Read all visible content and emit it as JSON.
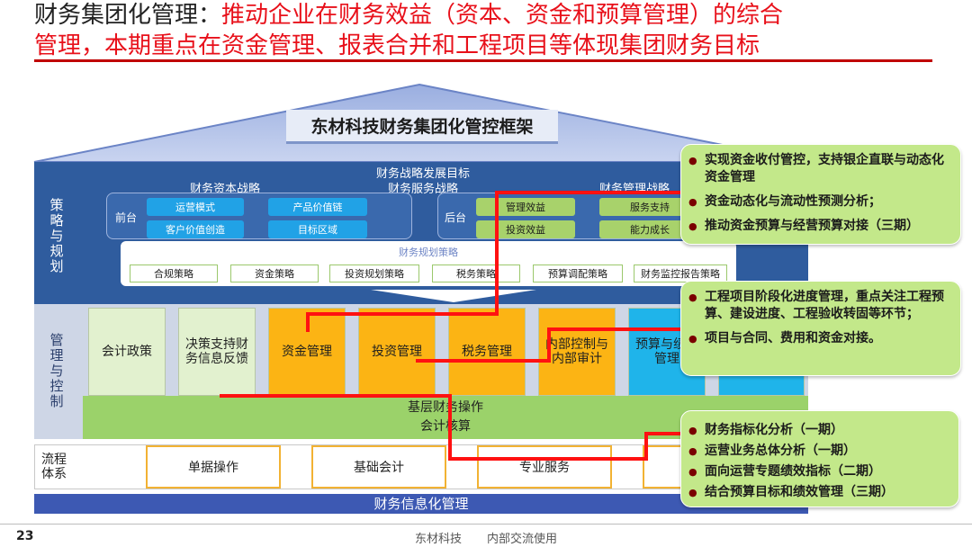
{
  "title": {
    "lead": "财务集团化管理：",
    "highlight_1": "推动企业在财务效益（资本、资金和预算管理）的综合",
    "highlight_2": "管理，本期重点在资金管理、报表合并和工程项目等体现集团财务目标"
  },
  "roof": {
    "label": "东材科技财务集团化管控框架"
  },
  "strategy": {
    "side_label": "策略与规划",
    "top_caption_1": "财务战略发展目标",
    "top_caption_2": "财务服务战略",
    "capital_caption": "财务资本战略",
    "manage_caption": "财务管理战略",
    "front_label": "前台",
    "back_label": "后台",
    "front_pills": [
      "运营模式",
      "产品价值链",
      "客户价值创造",
      "目标区域"
    ],
    "back_pills": [
      "管理效益",
      "服务支持",
      "投资效益",
      "能力成长"
    ],
    "plan_caption": "财务规划策略",
    "plan_items": [
      "合规策略",
      "资金策略",
      "投资规划策略",
      "税务策略",
      "预算调配策略",
      "财务监控报告策略"
    ]
  },
  "management": {
    "side_label": "管理与控制",
    "columns": [
      "会计政策",
      "决策支持财务信息反馈",
      "资金管理",
      "投资管理",
      "税务管理",
      "内部控制与内部审计",
      "预算与绩效管理"
    ],
    "base_1": "基层财务操作",
    "base_2": "会计核算"
  },
  "flow": {
    "side_label": "流程体系",
    "items": [
      "单据操作",
      "基础会计",
      "专业服务"
    ]
  },
  "info_bar": "财务信息化管理",
  "callouts": [
    [
      "实现资金收付管控，支持银企直联与动态化资金管理",
      "资金动态化与流动性预测分析；",
      "推动资金预算与经营预算对接（三期）"
    ],
    [
      "工程项目阶段化进度管理，重点关注工程预算、建设进度、工程验收转固等环节；",
      "项目与合同、费用和资金对接。"
    ],
    [
      "财务指标化分析（一期）",
      "运营业务总体分析（一期）",
      "面向运营专题绩效指标（二期）",
      "结合预算目标和绩效管理（三期）"
    ]
  ],
  "footer": {
    "page": "23",
    "company": "东材科技",
    "usage": "内部交流使用"
  },
  "colors": {
    "title_red": "#e8101a",
    "strategy_blue": "#2f5c9e",
    "gold": "#fcb414",
    "callout_green": "#c3e88a"
  }
}
